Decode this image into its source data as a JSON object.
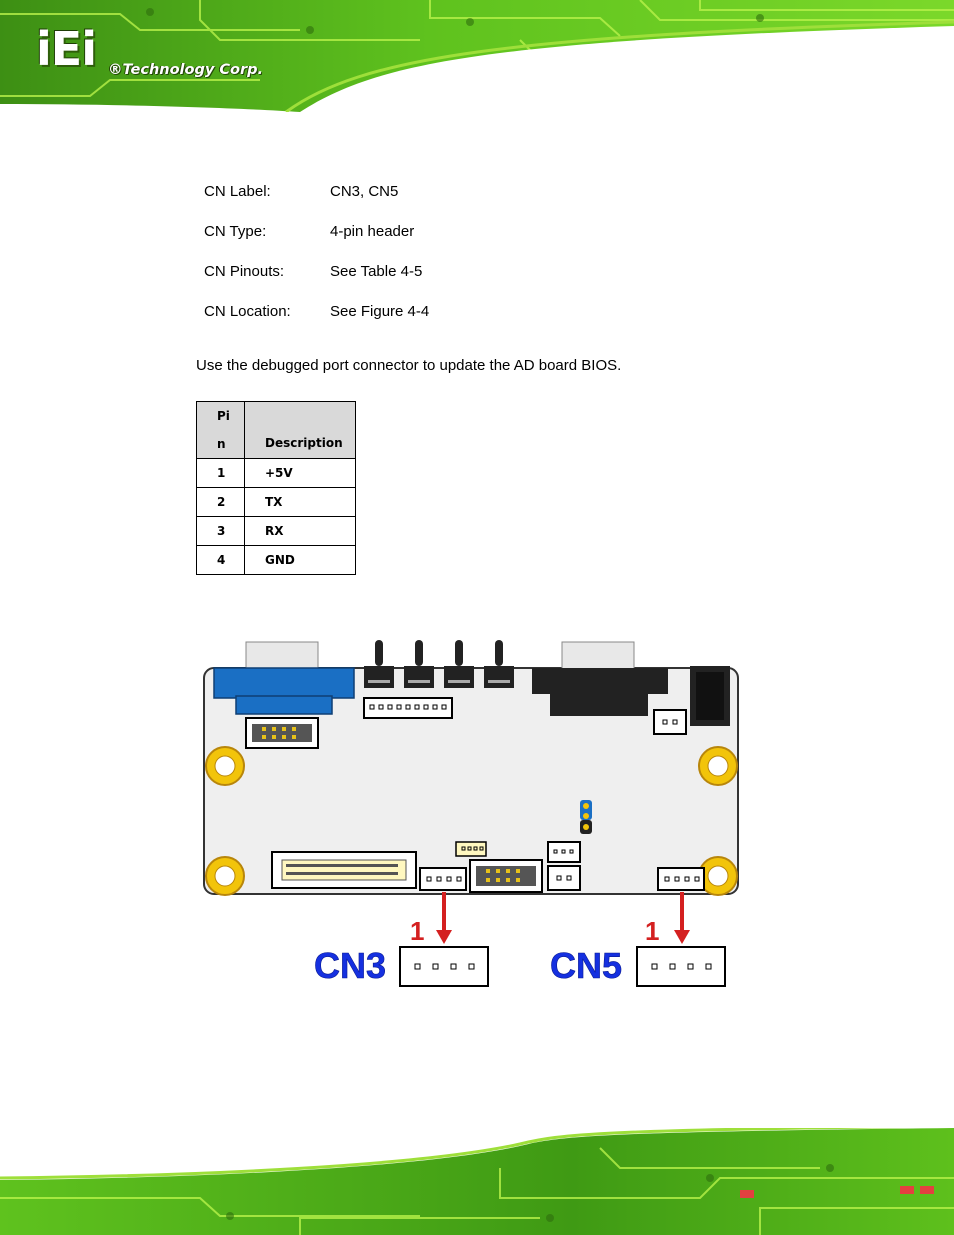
{
  "header": {
    "logo_text": "iEi",
    "company": "®Technology Corp."
  },
  "connector": {
    "rows": [
      {
        "label": "CN Label:",
        "value": "CN3, CN5"
      },
      {
        "label": "CN Type:",
        "value": "4-pin header"
      },
      {
        "label": "CN Pinouts:",
        "value": "See Table 4-5"
      },
      {
        "label": "CN Location:",
        "value": "See Figure 4-4"
      }
    ]
  },
  "description": "Use the debugged port connector to update the AD board BIOS.",
  "pin_table": {
    "headers": {
      "pin_line1": "Pi",
      "pin_line2": "n",
      "description": "Description"
    },
    "rows": [
      {
        "pin": "1",
        "description": "+5V"
      },
      {
        "pin": "2",
        "description": "TX"
      },
      {
        "pin": "3",
        "description": "RX"
      },
      {
        "pin": "4",
        "description": "GND"
      }
    ]
  },
  "figure": {
    "callouts": [
      {
        "name": "CN3",
        "pin_marker": "1"
      },
      {
        "name": "CN5",
        "pin_marker": "1"
      }
    ],
    "colors": {
      "board": "#efefef",
      "vga": "#1a6fc4",
      "label_blue": "#1530e0",
      "arrow_red": "#d42020",
      "mount_gold": "#f2c40a"
    }
  }
}
